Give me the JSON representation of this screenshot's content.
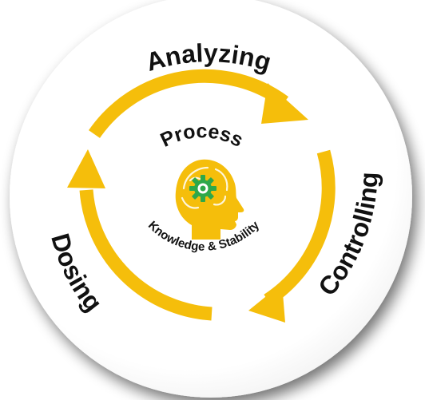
{
  "diagram": {
    "stages": [
      {
        "label": "Analyzing"
      },
      {
        "label": "Controlling"
      },
      {
        "label": "Dosing"
      }
    ],
    "center": {
      "title": "Process",
      "subtitle": "Knowledge & Stability"
    }
  },
  "colors": {
    "arrow": "#F5BE0B",
    "head": "#F5BE0B",
    "gear": "#2DA84A",
    "text": "#111111",
    "disc": "#FFFFFF"
  },
  "icons": {
    "center": "head-with-gear-icon"
  }
}
